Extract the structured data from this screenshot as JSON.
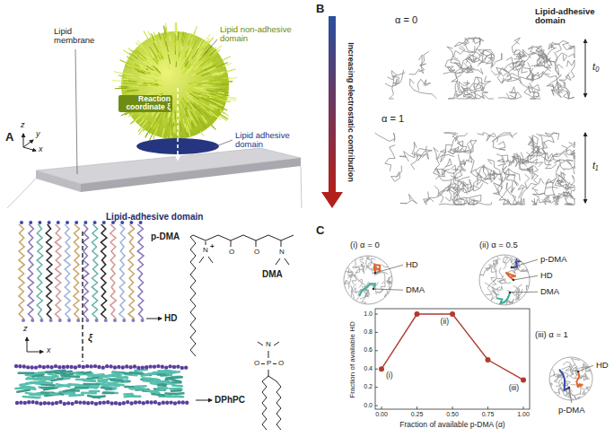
{
  "diagram": {
    "nodes": [
      {
        "text": [
          "(i) α = 0",
          "HD",
          "DMA"
        ]
      },
      {
        "text": [
          "(ii) α = 0.5",
          "p-DMA",
          "HD",
          "DMA"
        ]
      },
      {
        "text": [
          "(iii) α = 1",
          "HD",
          "p-DMA"
        ]
      }
    ],
    "labels": [
      "A",
      "Lipid membrane",
      "Lipid non-adhesive domain",
      "Reaction coordinate ξ",
      "Lipid adhesive domain",
      "z",
      "y",
      "x",
      "Lipid-adhesive domain",
      "p-DMA",
      "+",
      "DMA",
      "HD",
      "DPhPC",
      "ξ",
      "z",
      "x",
      "B",
      "α = 0",
      "Lipid-adhesive domain",
      "t₀",
      "α = 1",
      "t₁",
      "Increasing electrostatic contribution",
      "C",
      "Fraction of available HD",
      "Fraction of available p-DMA (α)",
      "0.0",
      "0.2",
      "0.4",
      "0.6",
      "0.8",
      "1.0",
      "0.00",
      "0.25",
      "0.50",
      "0.75",
      "1.00",
      "(i)",
      "(ii)",
      "(iii)",
      "N",
      "N",
      "O",
      "O",
      "N",
      "P",
      "O",
      "O"
    ]
  }
}
